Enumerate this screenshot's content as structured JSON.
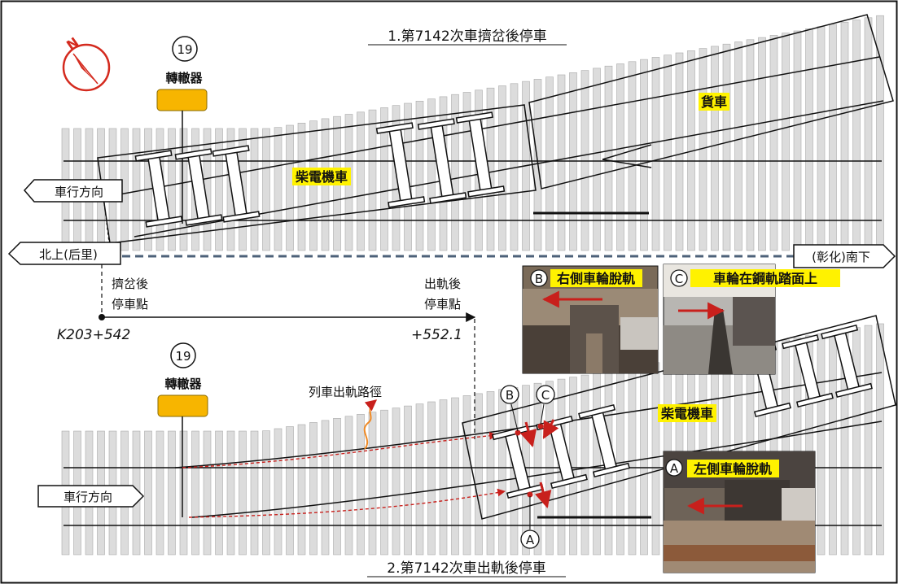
{
  "top_title": "1.第7142次車擠岔後停車",
  "bottom_title": "2.第7142次車出軌後停車",
  "switch_number": "19",
  "switch_label": "轉轍器",
  "freight_car_label": "貨車",
  "locomotive_label": "柴電機車",
  "direction_label": "車行方向",
  "north_label": "北上(后里)",
  "south_label": "(彰化)南下",
  "stop_point_1_line1": "擠岔後",
  "stop_point_1_line2": "停車點",
  "stop_point_2_line1": "出軌後",
  "stop_point_2_line2": "停車點",
  "km_start": "K203+542",
  "km_end": "+552.1",
  "derail_path_label": "列車出軌路徑",
  "marker_a": "A",
  "marker_b": "B",
  "marker_c": "C",
  "photo_b_caption": "右側車輪脫軌",
  "photo_c_caption": "車輪在鋼軌踏面上",
  "photo_a_caption": "左側車輪脫軌",
  "compass_letter": "N",
  "colors": {
    "sleeper": "#dcdcdc",
    "highlight": "#fff200",
    "switch_box": "#f7b500",
    "compass": "#d42a1e",
    "arrow_red": "#c8201c",
    "path_orange": "#f08a24",
    "dashed_divider": "#4d6179"
  },
  "icons": [
    "compass-icon",
    "switch-machine-icon",
    "wheelset-icon",
    "derail-arrow-icon",
    "photo-icon"
  ]
}
